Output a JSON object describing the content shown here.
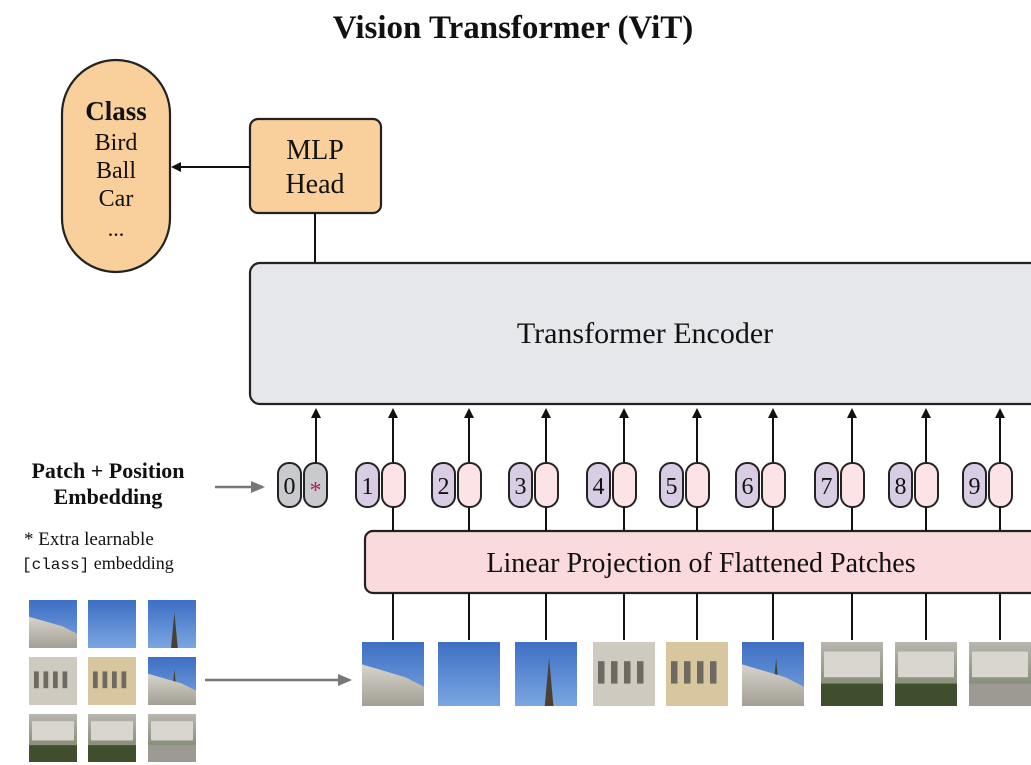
{
  "title": "Vision Transformer (ViT)",
  "output": {
    "heading": "Class",
    "items": [
      "Bird",
      "Ball",
      "Car",
      "..."
    ]
  },
  "mlp_head": {
    "line1": "MLP",
    "line2": "Head"
  },
  "encoder": {
    "label": "Transformer Encoder"
  },
  "projection": {
    "label": "Linear Projection of Flattened Patches"
  },
  "embedding": {
    "label_line1": "Patch + Position",
    "label_line2": "Embedding",
    "note_line1": "* Extra learnable",
    "note_code": "[class]",
    "note_rest": " embedding",
    "class_token_symbol": "*"
  },
  "tokens": [
    "0",
    "1",
    "2",
    "3",
    "4",
    "5",
    "6",
    "7",
    "8",
    "9"
  ],
  "colors": {
    "orange_fill": "#f9d09b",
    "encoder_fill": "#e6e7eb",
    "projection_fill": "#fadadd",
    "token_purple": "#d9cde3",
    "token_pink": "#fbe3e6",
    "token_gray": "#c9cacd",
    "star": "#b02060"
  }
}
